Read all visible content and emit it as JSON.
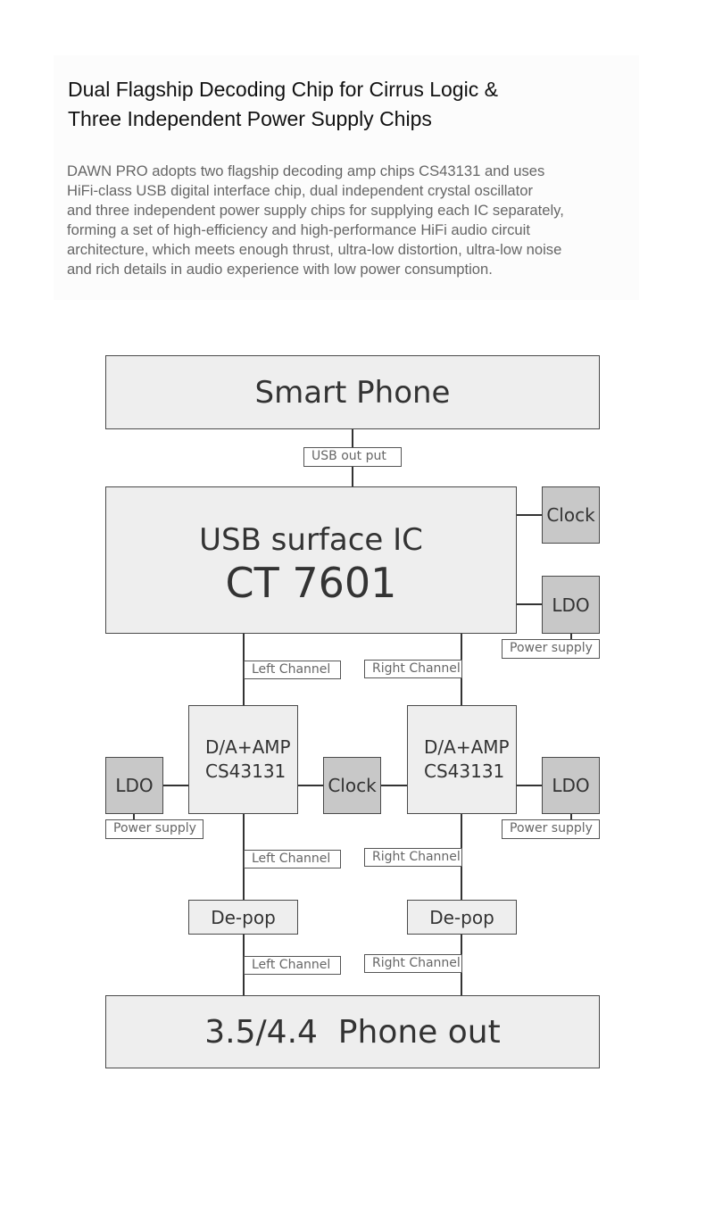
{
  "heading": {
    "line1": "Dual Flagship Decoding Chip for Cirrus Logic &",
    "line2": "Three Independent Power Supply Chips"
  },
  "description": [
    "DAWN PRO adopts two flagship decoding amp chips CS43131 and uses",
    "HiFi-class USB digital interface chip, dual independent crystal oscillator",
    "and three independent power supply chips for supplying each IC separately,",
    "forming a set of high-efficiency and high-performance HiFi audio circuit",
    "architecture, which meets enough thrust, ultra-low distortion, ultra-low noise",
    "and rich details in audio experience with low power consumption."
  ],
  "diagram": {
    "smart_phone": "Smart Phone",
    "usb_out": "USB out put",
    "usb_ic": {
      "line1": "USB surface IC",
      "line2": "CT 7601"
    },
    "clock": "Clock",
    "ldo": "LDO",
    "power_supply": "Power supply",
    "left_channel": "Left Channel",
    "right_channel": "Right Channel",
    "dac": {
      "line1": "D/A+AMP",
      "line2": "CS43131"
    },
    "depop": "De-pop",
    "phone_out": "3.5/4.4  Phone out"
  }
}
